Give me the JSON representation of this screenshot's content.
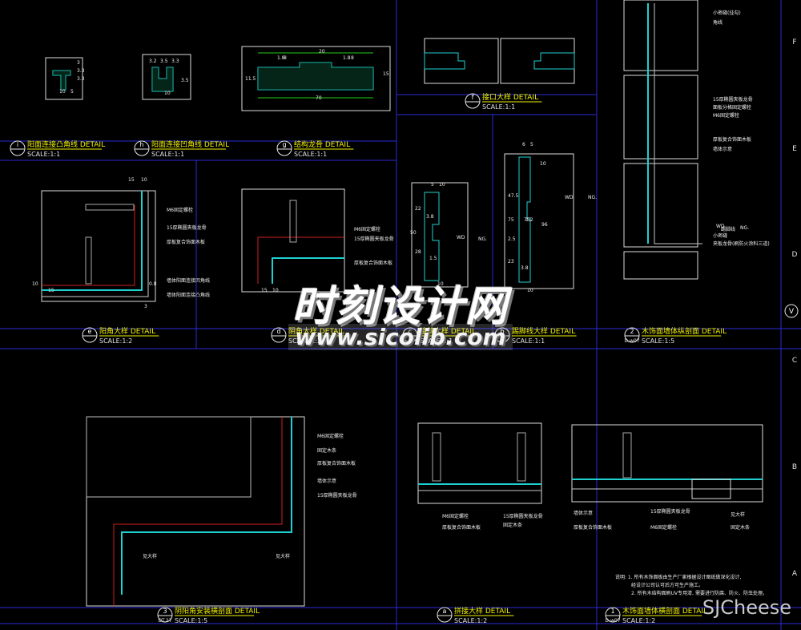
{
  "title_blocks": [
    {
      "id": "i",
      "title": "阳面连接凸角线  DETAIL",
      "scale": "SCALE:1:1"
    },
    {
      "id": "h",
      "title": "阳面连接凹角线  DETAIL",
      "scale": "SCALE:1:1"
    },
    {
      "id": "g",
      "title": "结构龙骨  DETAIL",
      "scale": "SCALE:1:1"
    },
    {
      "id": "f",
      "title": "接口大样  DETAIL",
      "scale": "SCALE:1:1"
    },
    {
      "id": "e",
      "title": "阳角大样  DETAIL",
      "scale": "SCALE:1:2"
    },
    {
      "id": "d",
      "title": "阴角大样  DETAIL",
      "scale": "SCALE:1:2"
    },
    {
      "id": "c",
      "title": "接缝大样  DETAIL",
      "scale": "SCALE:1:1"
    },
    {
      "id": "b",
      "title": "踢脚线大样  DETAIL",
      "scale": "SCALE:1:1"
    },
    {
      "id": "2",
      "sub": "D-w07",
      "title": "木饰面墙体纵剖面  DETAIL",
      "scale": "SCALE:1:5"
    },
    {
      "id": "3",
      "sub": "DT.27",
      "title": "阴阳角安装横剖面  DETAIL",
      "scale": "SCALE:1:5"
    },
    {
      "id": "a",
      "title": "拼接大样  DETAIL",
      "scale": "SCALE:1:2"
    },
    {
      "id": "1",
      "sub": "D-w07",
      "title": "木饰面墙体横剖面  DETAIL",
      "scale": "SCALE:1:2"
    }
  ],
  "labels": {
    "m6": "M6固定螺栓",
    "keel15": "15厚椭圆夹板龙骨",
    "board_keel": "面板分格固定螺栓",
    "composite": "厚板复合饰面木板",
    "wall": "墙体示意",
    "panel_keel": "墙体阳面连接凹角线",
    "panel_keel2": "墙体阳面连接凸角线",
    "small_joint": "小密缝(挂勾)",
    "angle": "角线",
    "wall_keel": "夹板龙骨(刷防火涂料三道)",
    "wood_strip": "固定木条",
    "wood_strip2": "固定木条",
    "skirting": "踢脚线",
    "small_joint2": "小密缝",
    "composite_board": "厚板复合饰面木板",
    "see_detail": "见大样",
    "ng": "NG.",
    "wd": "WD"
  },
  "dims": {
    "i": [
      "10",
      "5",
      "3",
      "3.3",
      "3.3"
    ],
    "h": [
      "3.2",
      "3.5",
      "3.3",
      "10",
      "3.5"
    ],
    "g": [
      "20",
      "1.8",
      "8",
      "1.8",
      "8",
      "11.5",
      "15",
      "70"
    ],
    "e": [
      "15",
      "10",
      "10",
      "15",
      "0.8",
      "3"
    ],
    "d": [
      "15",
      "10"
    ],
    "c": [
      "5",
      "10",
      "22",
      "3.8",
      "50",
      "28",
      "1.5",
      "10"
    ],
    "b": [
      "6",
      "5",
      "10",
      "47.5",
      "75",
      "75",
      "1.2",
      "96",
      "2.5",
      "23",
      "3.8",
      "10"
    ]
  },
  "notes": {
    "title": "说明: 1. 所有木饰面板由生产厂家根据设计图纸做深化设计,",
    "line2": "经设计公司认可后方可生产施工。",
    "line3": "2. 所有木结构面刷UV专用漆, 需要进行防腐、防火、防虫处理。"
  },
  "axis": [
    "F",
    "E",
    "D",
    "C",
    "B",
    "A"
  ],
  "axis_circle": "V",
  "watermark": {
    "cn": "时刻设计网",
    "url": "www.sicolib.com"
  },
  "brand": "SJCheese"
}
